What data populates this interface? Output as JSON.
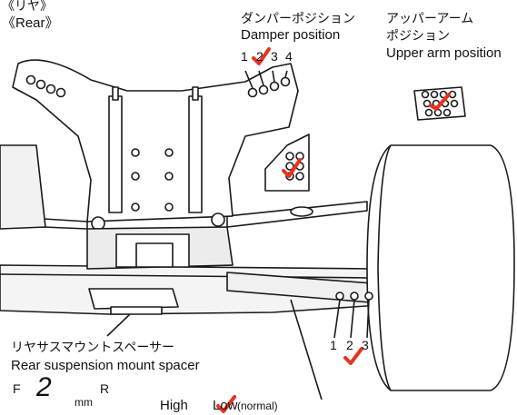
{
  "header": {
    "jp": "《リヤ》",
    "en": "《Rear》"
  },
  "damper": {
    "jp": "ダンパーポジション",
    "en": "Damper position",
    "positions": [
      "1",
      "2",
      "3",
      "4"
    ],
    "selected": "2"
  },
  "upper_arm": {
    "jp_line1": "アッパーアーム",
    "jp_line2": "ポジション",
    "en": "Upper arm position"
  },
  "lower_mount": {
    "positions": [
      "1",
      "2",
      "3"
    ],
    "selected": "2"
  },
  "spacer": {
    "jp": "リヤサスマウントスペーサー",
    "en": "Rear suspension mount spacer"
  },
  "setting": {
    "front_label": "F",
    "value": "2",
    "unit": "mm",
    "rear_label": "R",
    "high_label": "High",
    "low_label": "Low",
    "low_note": "(normal)"
  },
  "colors": {
    "check": "#e8321e",
    "line": "#1a1a1a",
    "fill": "#ffffff",
    "shade": "#e6e6e6"
  }
}
